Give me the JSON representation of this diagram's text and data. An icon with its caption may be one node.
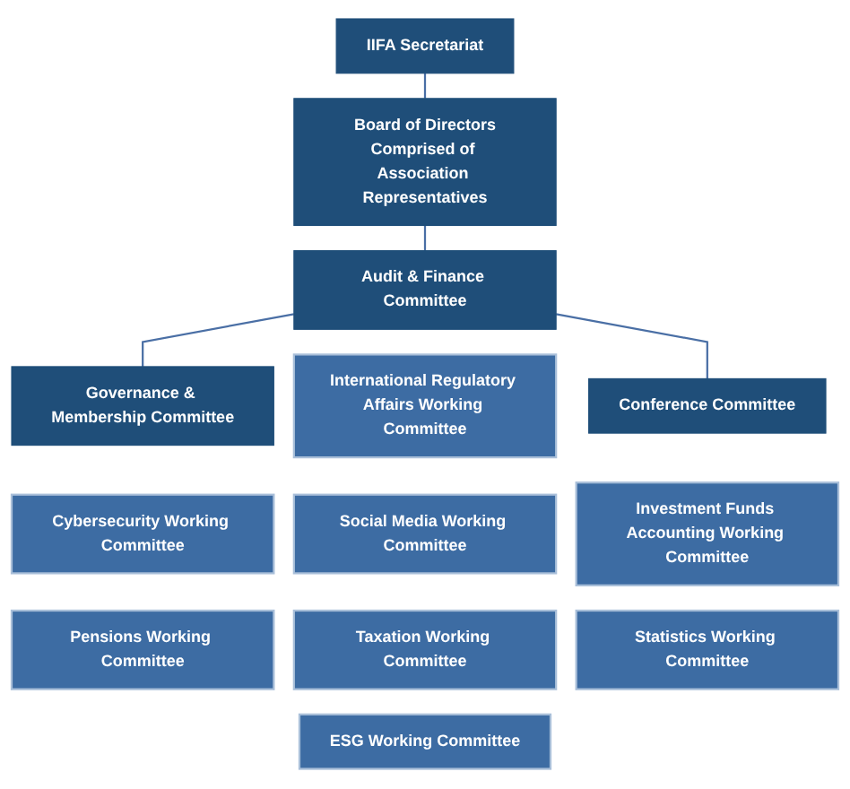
{
  "diagram": {
    "nodes": [
      {
        "text": [
          "Board of Directors",
          "Comprised of Association Representatives"
        ]
      },
      {
        "text": [
          "IIFA Secretariat"
        ]
      },
      {
        "text": [
          "Governance & Membership Committee"
        ]
      },
      {
        "text": [
          "Audit & Finance Committee"
        ]
      },
      {
        "text": [
          "Conference Committee"
        ]
      },
      {
        "text": [
          "Cybersecurity Working Committee"
        ]
      },
      {
        "text": [
          "Pensions Working Committee"
        ]
      },
      {
        "text": [
          "International Regulatory Affairs Working Committee"
        ]
      },
      {
        "text": [
          "Social Media Working Committee"
        ]
      },
      {
        "text": [
          "Taxation Working Committee"
        ]
      },
      {
        "text": [
          "ESG Working Committee"
        ]
      },
      {
        "text": [
          "Investment Funds Accounting Working Committee"
        ]
      },
      {
        "text": [
          "Statistics Working Committee"
        ]
      }
    ],
    "edges": [
      {
        "from": 0,
        "to": 3,
        "arrow": "none"
      },
      {
        "from": 1,
        "to": 0,
        "arrow": "none"
      },
      {
        "from": 3,
        "to": 2,
        "arrow": "none"
      },
      {
        "from": 3,
        "to": 4,
        "arrow": "none"
      }
    ]
  }
}
